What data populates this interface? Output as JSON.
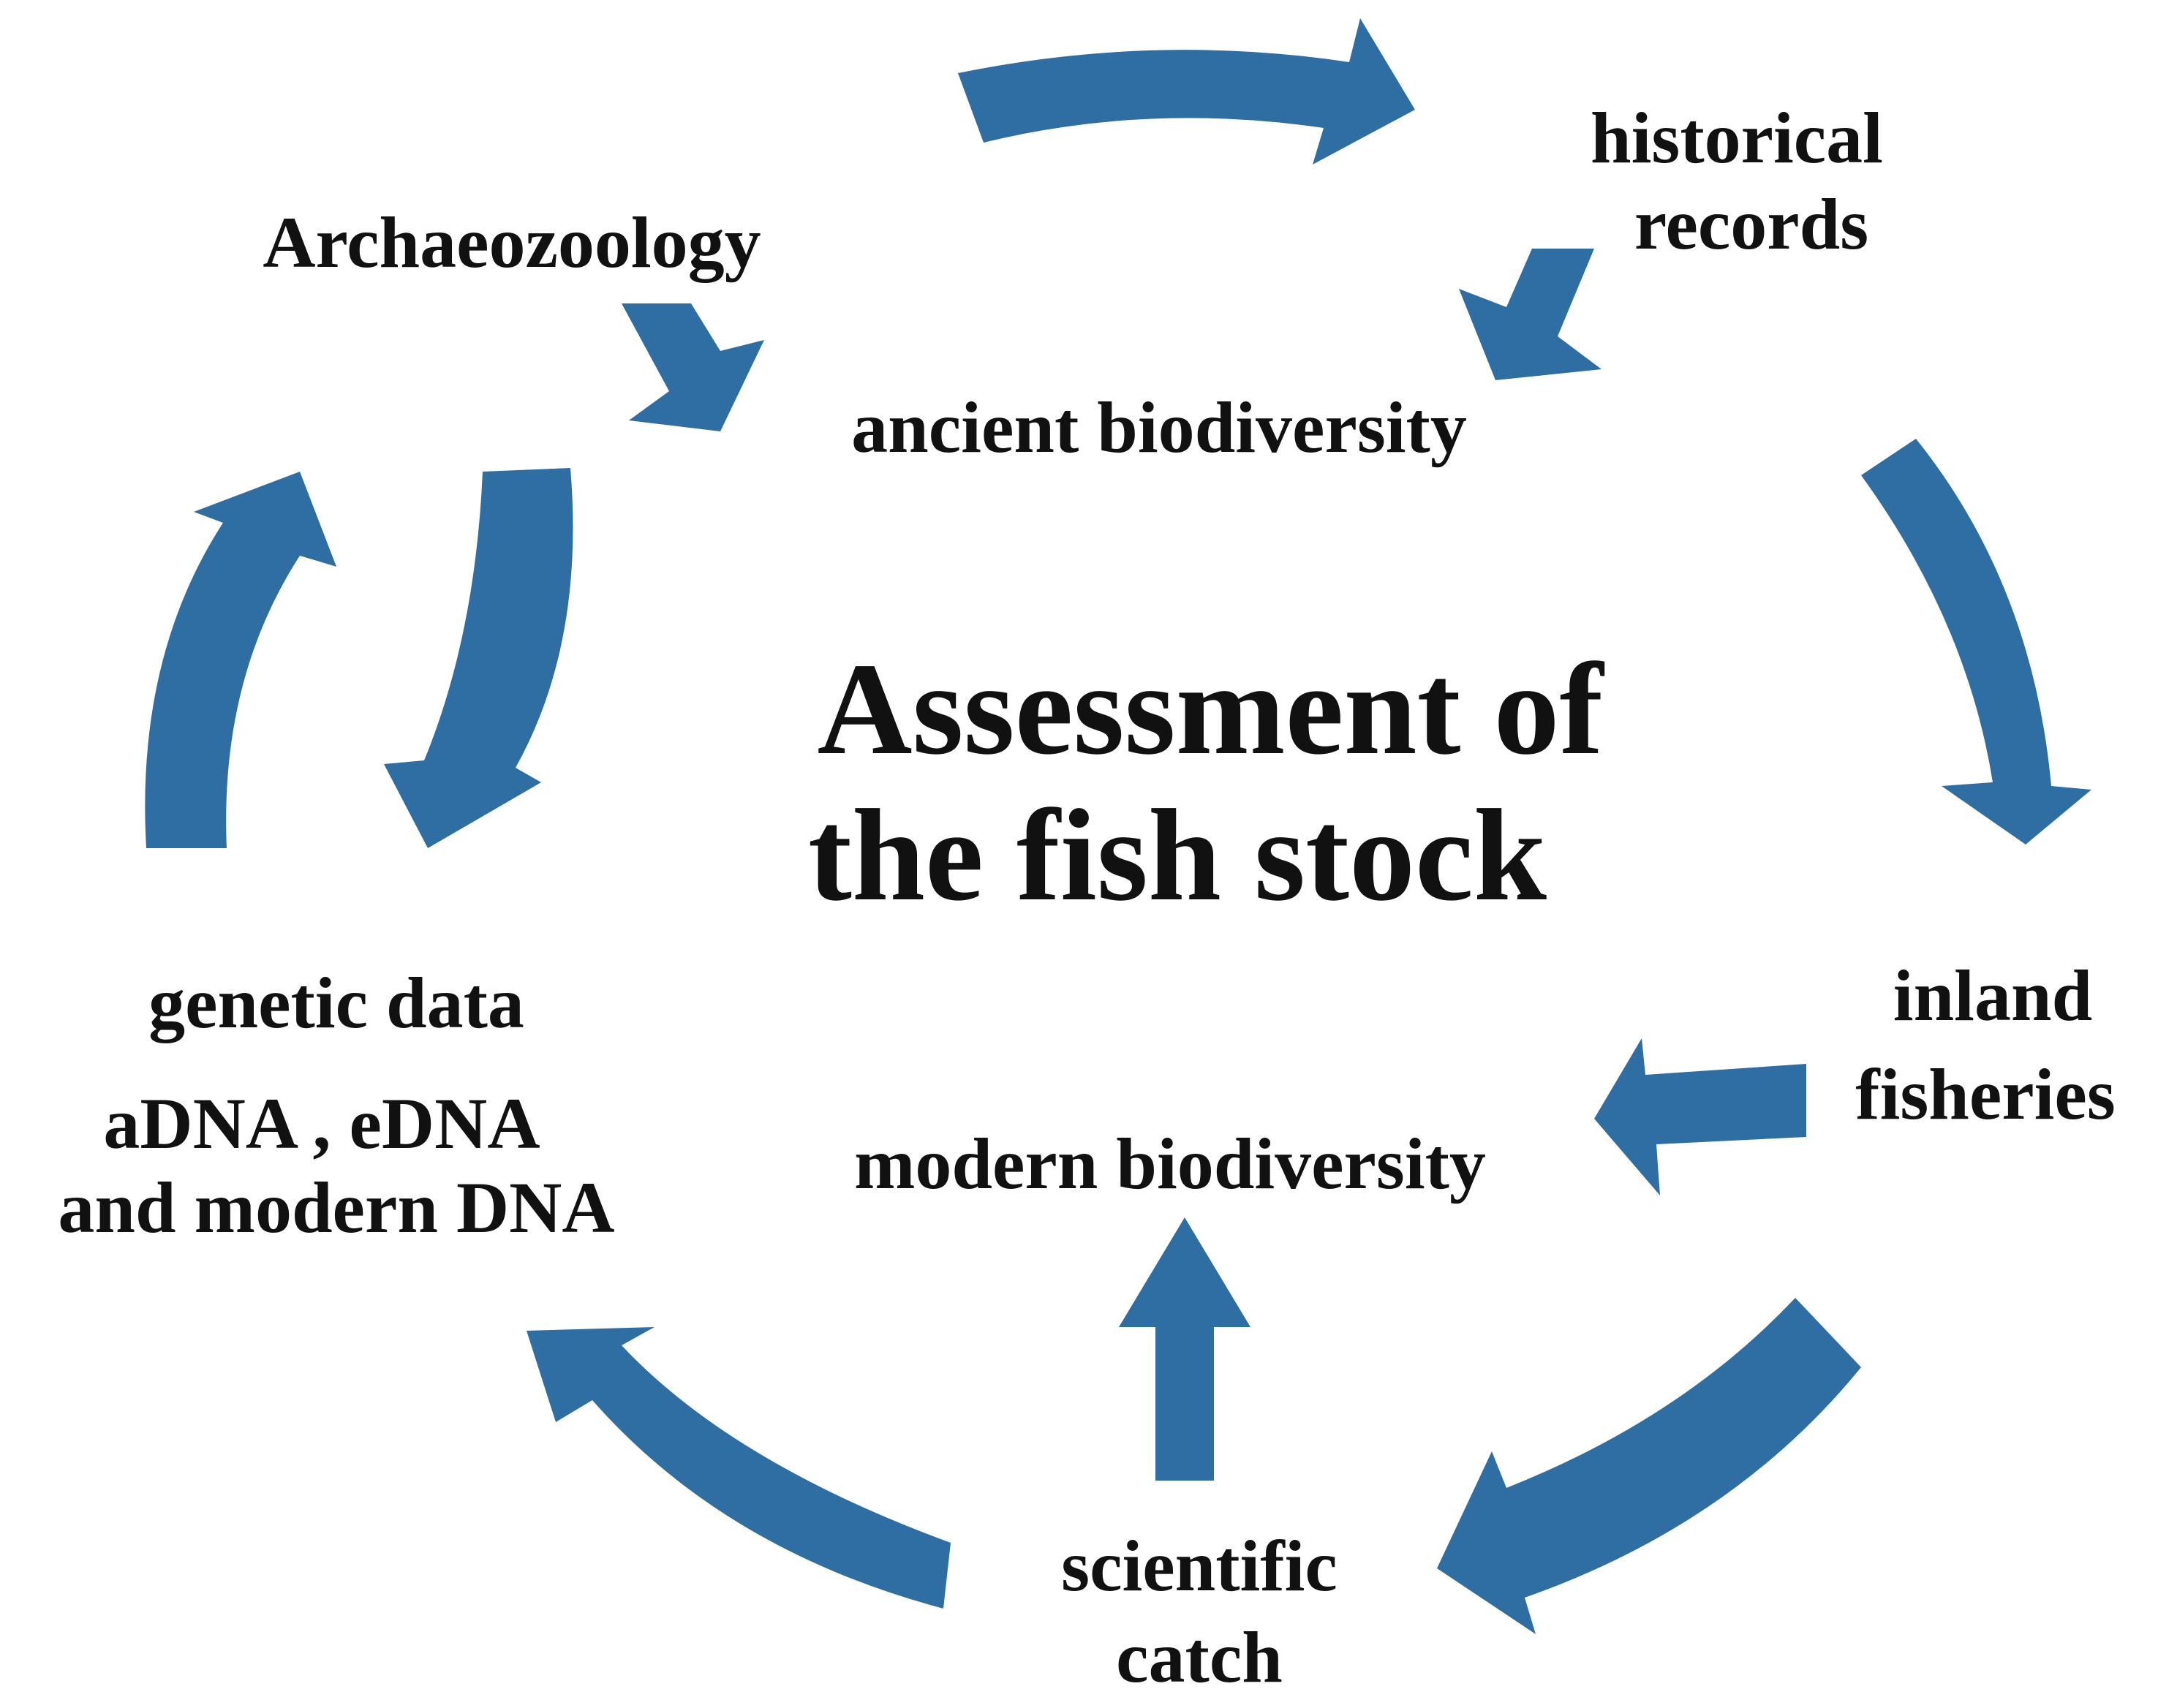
{
  "center_title": {
    "line1": "Assessment of",
    "line2": "the fish stock"
  },
  "nodes": {
    "archaeozoology": "Archaeozoology",
    "historical_records": {
      "line1": "historical",
      "line2": "records"
    },
    "ancient_biodiversity": "ancient biodiversity",
    "inland_fisheries": {
      "line1": "inland",
      "line2": "fisheries"
    },
    "modern_biodiversity": "modern biodiversity",
    "scientific_catch": {
      "line1": "scientific",
      "line2": "catch"
    },
    "genetic_data": {
      "line1": "genetic data",
      "line2": "aDNA , eDNA",
      "line3": "and modern DNA"
    }
  },
  "colors": {
    "arrow": "#2e6ea3",
    "text": "#111111",
    "background": "#ffffff"
  }
}
